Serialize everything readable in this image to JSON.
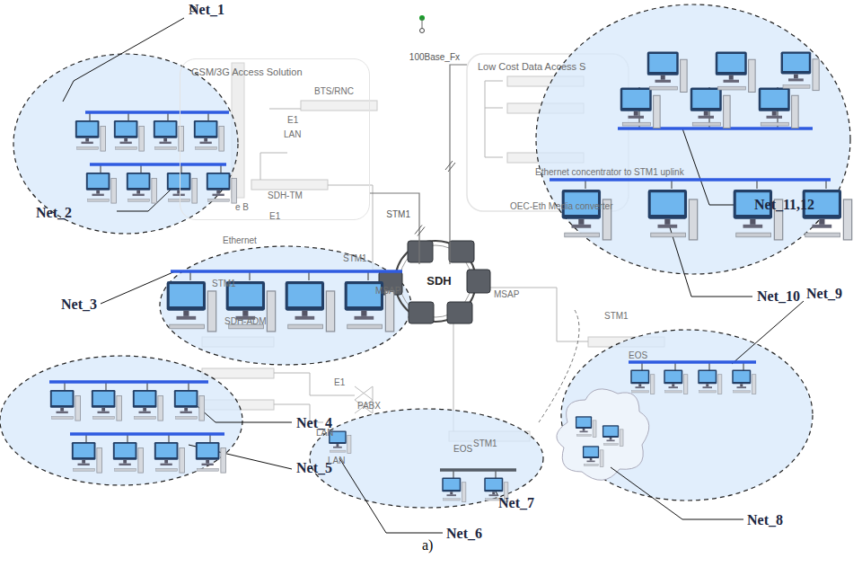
{
  "diagram": {
    "caption": "a)",
    "nodes": [
      {
        "text": [
          "GSM/3G Access Solution"
        ]
      },
      {
        "text": [
          "Low Cost Data Access S"
        ]
      },
      {
        "text": [
          "SDH"
        ]
      }
    ],
    "edges": [
      {
        "from": 0,
        "to": 2,
        "arrow": "none",
        "label": "STM1"
      },
      {
        "from": 1,
        "to": 2,
        "arrow": "none",
        "label": "100Base_Fx"
      }
    ],
    "labels": [
      "Net_1",
      "Net_2",
      "Net_3",
      "Net_4",
      "Net_5",
      "Net_6",
      "Net_7",
      "Net_8",
      "Net_9",
      "Net_10",
      "Net_11,12",
      "BTS/RNC",
      "E1",
      "LAN",
      "e B",
      "SDH-TM",
      "E1",
      "Ethernet",
      "STM1",
      "Ethernet concentrator to STM1 uplink",
      "OEC-Eth Media converter",
      "STM1",
      "SDH-ADM",
      "MSAP",
      "E1",
      "PABX",
      "LAN",
      "LAN",
      "EOS",
      "STM1",
      "STM1",
      "EOS",
      "MSAP"
    ]
  }
}
